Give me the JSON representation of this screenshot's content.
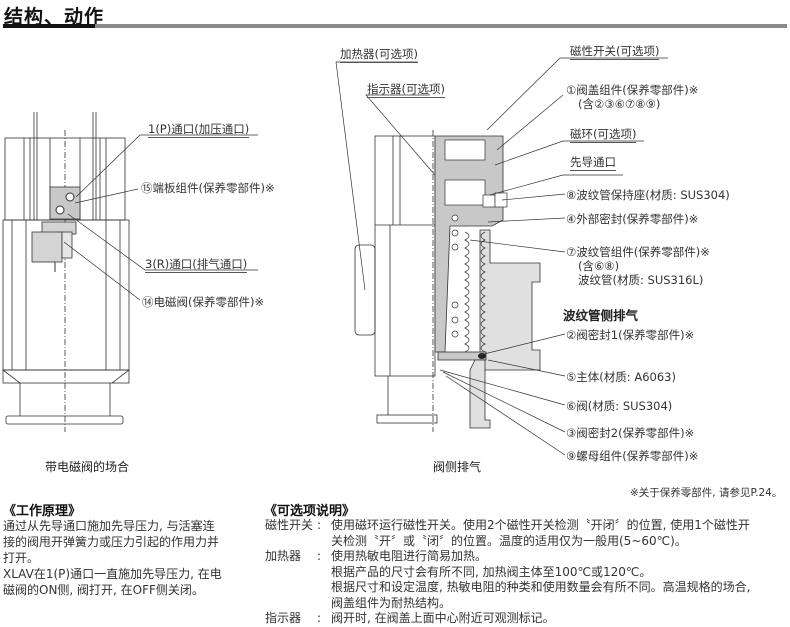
{
  "header": {
    "title": "结构、动作"
  },
  "left_figure": {
    "caption": "带电磁阀的场合",
    "labels": [
      {
        "id": "p-port",
        "text": "1(P)通口(加压通口)",
        "underline": true
      },
      {
        "id": "end-plate",
        "text": "⑮端板组件(保养零部件)※",
        "underline": false
      },
      {
        "id": "r-port",
        "text": "3(R)通口(排气通口)",
        "underline": true
      },
      {
        "id": "solenoid",
        "text": "⑭电磁阀(保养零部件)※",
        "underline": false
      }
    ]
  },
  "right_figure": {
    "caption": "阀侧排气",
    "left_labels": [
      {
        "id": "heater",
        "text": "加热器(可选项)",
        "underline": true
      },
      {
        "id": "indicator",
        "text": "指示器(可选项)",
        "underline": true
      }
    ],
    "right_labels": [
      {
        "id": "auto-switch",
        "text": "磁性开关(可选项)",
        "underline": true
      },
      {
        "id": "bonnet",
        "text": "①阀盖组件(保养零部件)※",
        "sub": "(含②③⑥⑦⑧⑨)"
      },
      {
        "id": "magnet",
        "text": "磁环(可选项)",
        "underline": true
      },
      {
        "id": "pilot-port",
        "text": "先导通口",
        "underline": true
      },
      {
        "id": "bellows-holder",
        "text": "⑧波纹管保持座(材质: SUS304)"
      },
      {
        "id": "external-seal",
        "text": "④外部密封(保养零部件)※"
      },
      {
        "id": "bellows-assy",
        "text": "⑦波纹管组件(保养零部件)※",
        "sub": "(含⑥⑧)",
        "sub2": "波纹管(材质: SUS316L)"
      },
      {
        "id": "bellows-exhaust",
        "text": "波纹管侧排气",
        "bold": true
      },
      {
        "id": "valve-seal-1",
        "text": "②阀密封1(保养零部件)※"
      },
      {
        "id": "body",
        "text": "⑤主体(材质: A6063)"
      },
      {
        "id": "valve",
        "text": "⑥阀(材质: SUS304)"
      },
      {
        "id": "valve-seal-2",
        "text": "③阀密封2(保养零部件)※"
      },
      {
        "id": "nut-assy",
        "text": "⑨螺母组件(保养零部件)※"
      }
    ],
    "footnote": "※关于保养零部件, 请参见P.24。"
  },
  "working_principle": {
    "heading": "《工作原理》",
    "lines": [
      "通过从先导通口施加先导压力, 与活塞连",
      "接的阀甩开弹簧力或压力引起的作用力并",
      "打开。",
      "XLAV在1(P)通口一直施加先导压力, 在电",
      "磁阀的ON侧, 阀打开, 在OFF侧关闭。"
    ]
  },
  "options": {
    "heading": "《可选项说明》",
    "items": [
      {
        "key": "磁性开关",
        "colon": ":",
        "lines": [
          "使用磁环运行磁性开关。使用2个磁性开关检测〝开闭〞的位置, 使用1个磁性开",
          "关检测〝开〞或〝闭〞的位置。温度的适用仅为一般用(5~60℃)。"
        ]
      },
      {
        "key": "加热器",
        "colon": ":",
        "lines": [
          "使用热敏电阻进行简易加热。",
          "根据产品的尺寸会有所不同, 加热阀主体至100℃或120℃。",
          "根据尺寸和设定温度, 热敏电阻的种类和使用数量会有所不同。高温规格的场合,",
          "阀盖组件为耐热结构。"
        ]
      },
      {
        "key": "指示器",
        "colon": ":",
        "lines": [
          "阀开时, 在阀盖上面中心附近可观测标记。"
        ]
      }
    ]
  },
  "colors": {
    "title_bar_dark": "#111111",
    "title_bar_gray": "#8a8a8a",
    "part_fill": "#c8c8c8",
    "line": "#333333"
  }
}
